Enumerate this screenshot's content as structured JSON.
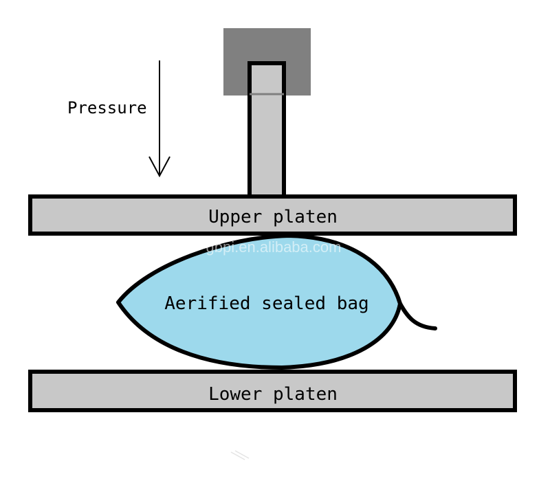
{
  "labels": {
    "pressure": "Pressure",
    "upper_platen": "Upper platen",
    "lower_platen": "Lower platen",
    "bag": "Aerified sealed bag"
  },
  "watermark": "gbpi.en.alibaba.com",
  "colors": {
    "background": "#ffffff",
    "outline": "#000000",
    "platen_fill": "#c8c8c8",
    "rod_fill": "#c8c8c8",
    "mount_fill": "#808080",
    "bag_fill": "#9dd9ec"
  }
}
